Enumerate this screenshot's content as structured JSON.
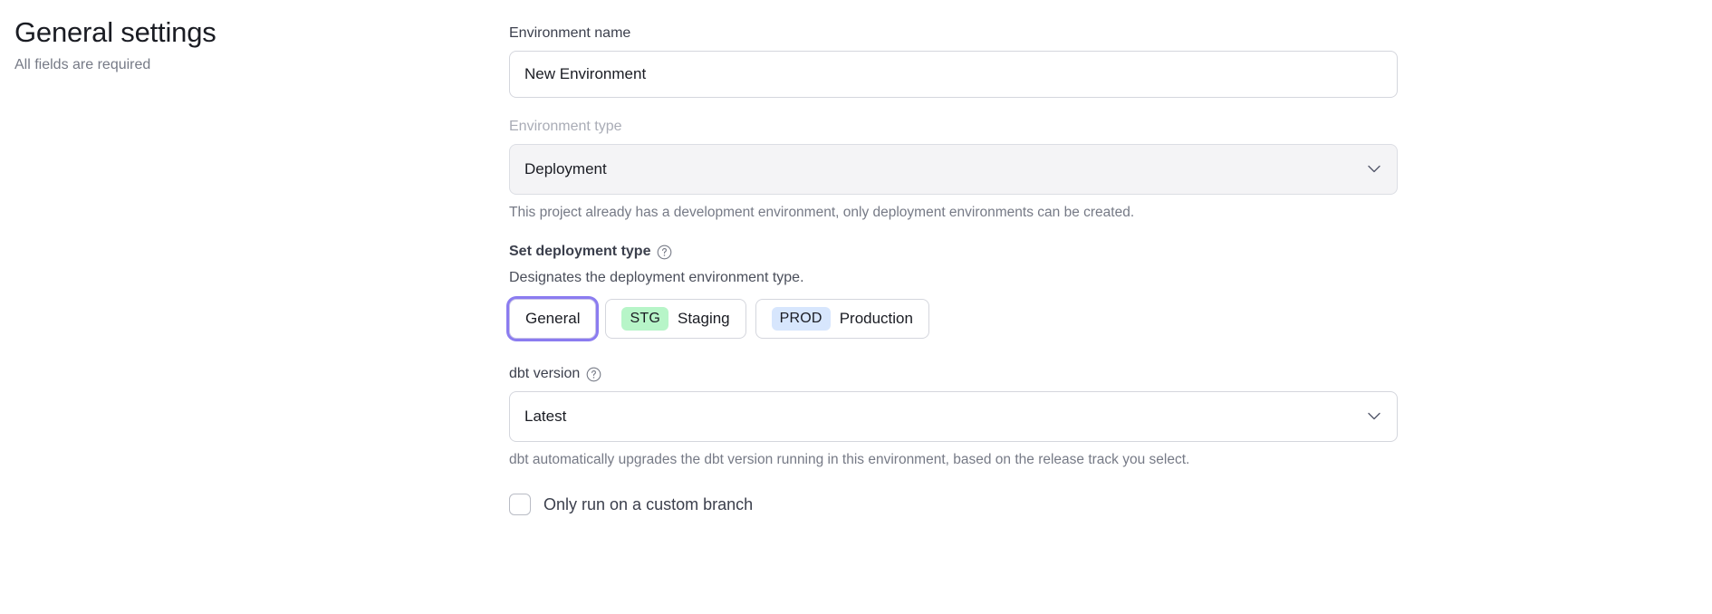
{
  "header": {
    "title": "General settings",
    "subtitle": "All fields are required"
  },
  "form": {
    "environment_name": {
      "label": "Environment name",
      "value": "New Environment",
      "placeholder": "Environment name"
    },
    "environment_type": {
      "label": "Environment type",
      "value": "Deployment",
      "disabled": true,
      "helper": "This project already has a development environment, only deployment environments can be created.",
      "chevron_icon": "chevron-down-icon"
    },
    "deployment_type": {
      "label": "Set deployment type",
      "help_icon": "question-circle-icon",
      "description": "Designates the deployment environment type.",
      "selected": "General",
      "options": [
        {
          "label": "General",
          "badge": "",
          "selected": true
        },
        {
          "label": "Staging",
          "badge": "STG",
          "badge_color": "#b7f5c8",
          "selected": false
        },
        {
          "label": "Production",
          "badge": "PROD",
          "badge_color": "#d7e6fd",
          "selected": false
        }
      ]
    },
    "dbt_version": {
      "label": "dbt version",
      "help_icon": "question-circle-icon",
      "value": "Latest",
      "helper": "dbt automatically upgrades the dbt version running in this environment, based on the release track you select.",
      "chevron_icon": "chevron-down-icon"
    },
    "custom_branch": {
      "label": "Only run on a custom branch",
      "checked": false
    }
  },
  "colors": {
    "focus_ring": "#8b7cf0",
    "staging_badge": "#b7f5c8",
    "production_badge": "#d7e6fd",
    "border": "#d4d6dd",
    "muted_text": "#767a86"
  }
}
